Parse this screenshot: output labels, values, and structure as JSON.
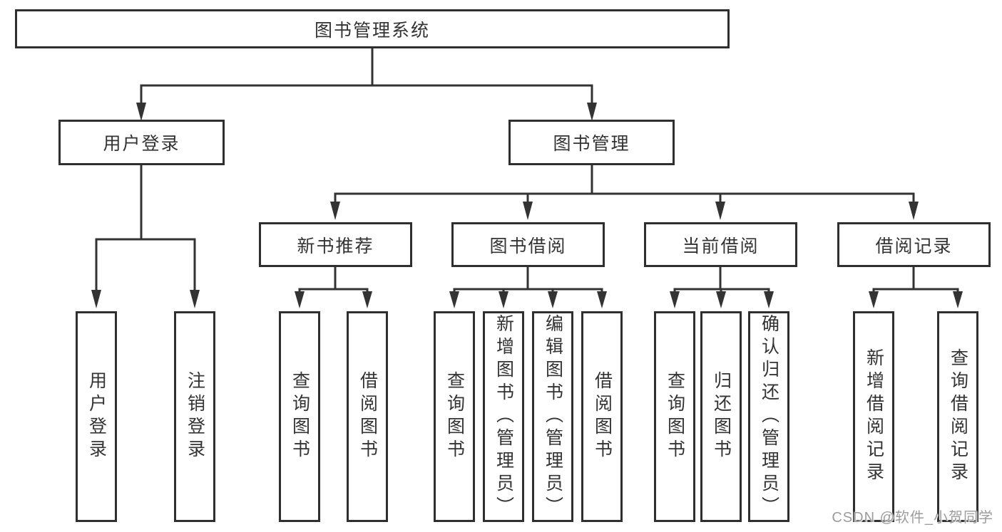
{
  "tree": {
    "label": "图书管理系统",
    "children": [
      {
        "label": "用户登录",
        "children": [
          {
            "label": "用户登录"
          },
          {
            "label": "注销登录"
          }
        ]
      },
      {
        "label": "图书管理",
        "children": [
          {
            "label": "新书推荐",
            "children": [
              {
                "label": "查询图书"
              },
              {
                "label": "借阅图书"
              }
            ]
          },
          {
            "label": "图书借阅",
            "children": [
              {
                "label": "查询图书"
              },
              {
                "label": "新增图书（管理员）"
              },
              {
                "label": "编辑图书（管理员）"
              },
              {
                "label": "借阅图书"
              }
            ]
          },
          {
            "label": "当前借阅",
            "children": [
              {
                "label": "查询图书"
              },
              {
                "label": "归还图书"
              },
              {
                "label": "确认归还（管理员）"
              }
            ]
          },
          {
            "label": "借阅记录",
            "children": [
              {
                "label": "新增借阅记录"
              },
              {
                "label": "查询借阅记录"
              }
            ]
          }
        ]
      }
    ]
  },
  "watermark": {
    "text": "CSDN @软件_小贺同学"
  },
  "colors": {
    "line": "#333333",
    "box_border": "#2f2f2f",
    "text": "#333333",
    "background": "#ffffff",
    "watermark": "#9c9c9c"
  }
}
